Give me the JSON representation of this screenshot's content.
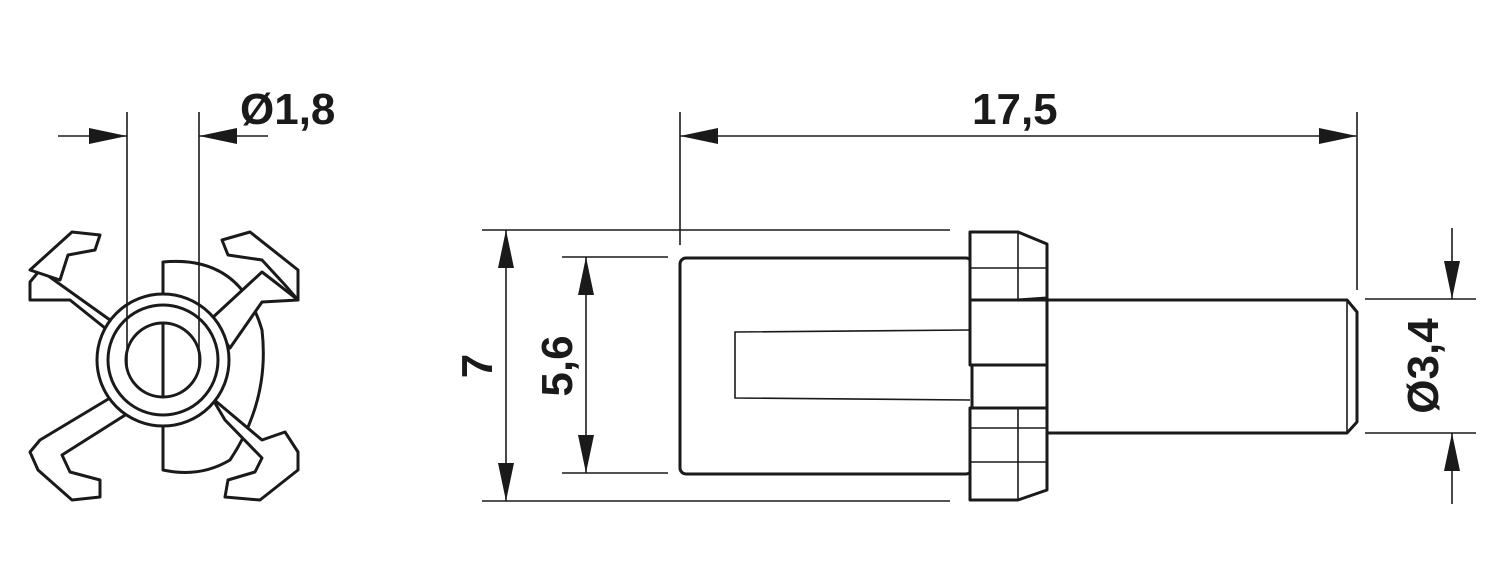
{
  "diagram": {
    "dimensions": {
      "pin_diameter": "Ø1,8",
      "overall_length": "17,5",
      "outer_height": "7",
      "inner_height": "5,6",
      "shaft_diameter": "Ø3,4"
    }
  }
}
